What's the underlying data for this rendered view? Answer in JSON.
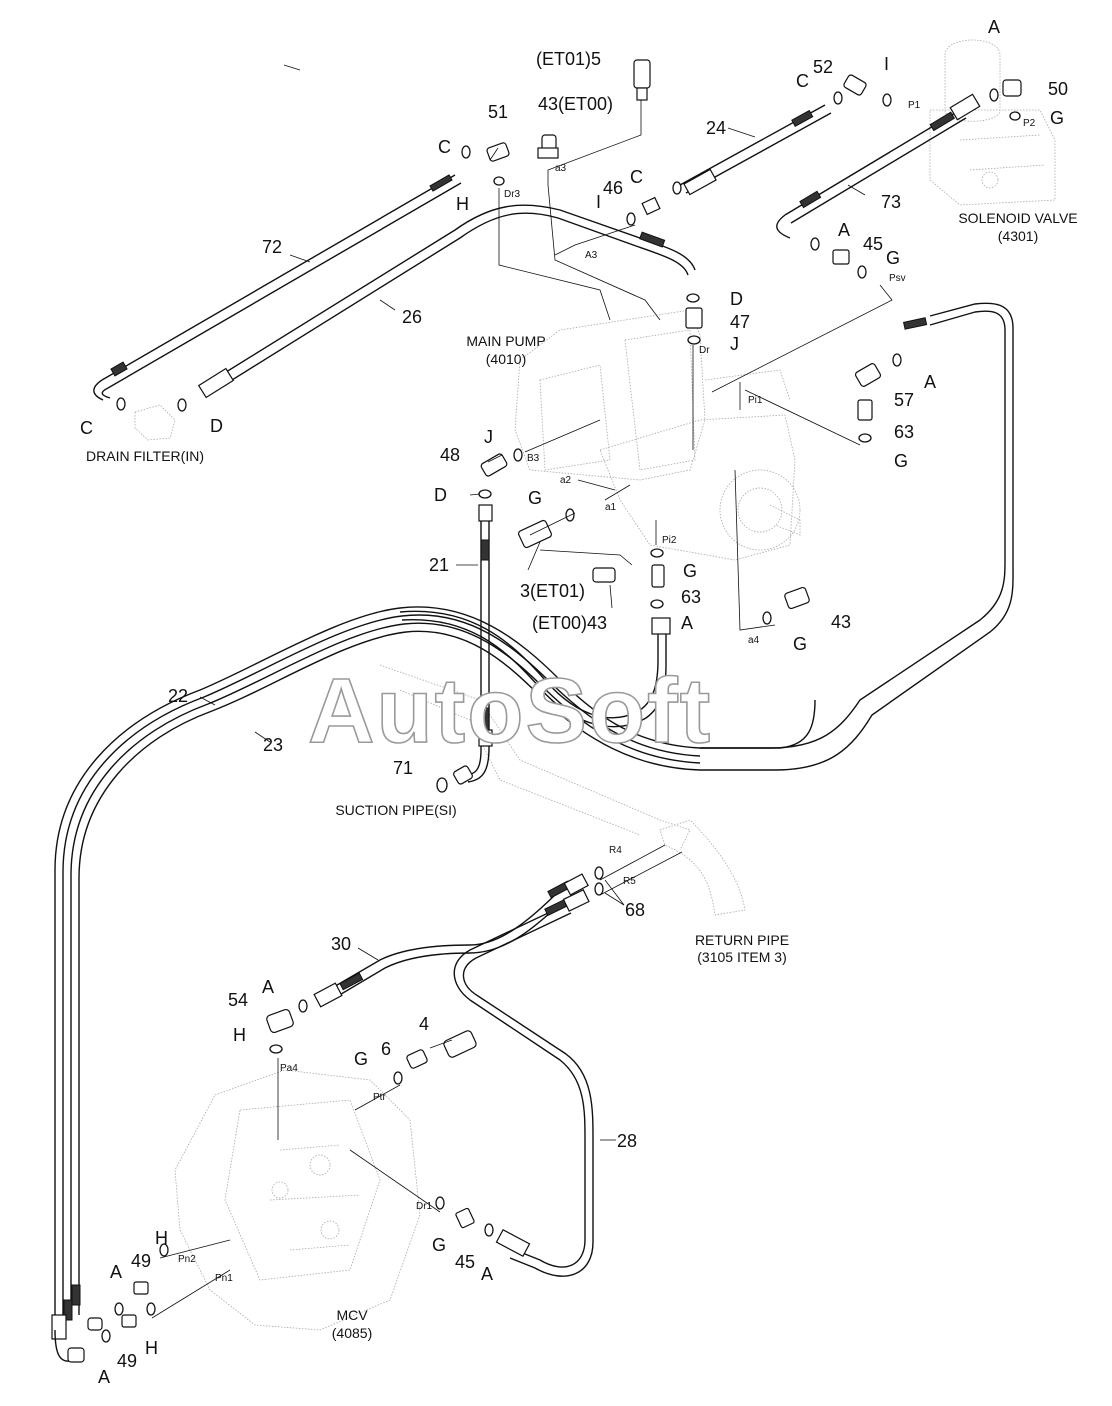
{
  "labels": {
    "et01_5": "(ET01)5",
    "l43_et00": "43(ET00)",
    "a3_small": "a3",
    "l51": "51",
    "lC_top": "C",
    "lH_dr3": "H",
    "dr3": "Dr3",
    "l72": "72",
    "l26": "26",
    "lC_drain": "C",
    "lD_drain": "D",
    "l24": "24",
    "l52": "52",
    "lC_52": "C",
    "lI_top": "I",
    "lA_top": "A",
    "l50": "50",
    "p1": "P1",
    "p2": "P2",
    "lG_p2": "G",
    "lC_46": "C",
    "l46": "46",
    "lI_46": "I",
    "l73": "73",
    "lA_45": "A",
    "l45_top": "45",
    "lG_45": "G",
    "psv": "Psv",
    "A3_mid": "A3",
    "lD_47": "D",
    "l47": "47",
    "lJ_47": "J",
    "dr": "Dr",
    "lA_57": "A",
    "l57": "57",
    "pi1": "Pi1",
    "l63_top": "63",
    "lG_63": "G",
    "lJ_48": "J",
    "b3": "B3",
    "l48": "48",
    "lD_48": "D",
    "a2": "a2",
    "a1": "a1",
    "lG_3": "G",
    "l21": "21",
    "pi2": "Pi2",
    "lG_pi2": "G",
    "l3_et01": "3(ET01)",
    "l63_mid": "63",
    "et00_43": "(ET00)43",
    "lA_63": "A",
    "l43_right": "43",
    "a4": "a4",
    "lG_43": "G",
    "l22": "22",
    "l23": "23",
    "l71": "71",
    "r4": "R4",
    "r5": "R5",
    "l68": "68",
    "l30": "30",
    "lA_54": "A",
    "l54": "54",
    "l4": "4",
    "lH_54": "H",
    "pa4": "Pa4",
    "lG_6": "G",
    "l6": "6",
    "ptr": "Ptr",
    "l28": "28",
    "dr1": "Dr1",
    "lG_dr1": "G",
    "l45_bot": "45",
    "lA_bot": "A",
    "lA_49": "A",
    "l49_top": "49",
    "lH_49": "H",
    "pn2": "Pn2",
    "pn1": "Pn1",
    "l49_bot": "49",
    "lH_bot": "H",
    "lA_bottom": "A"
  },
  "captions": {
    "solenoid_valve": "SOLENOID VALVE",
    "solenoid_code": "(4301)",
    "main_pump": "MAIN PUMP",
    "main_pump_code": "(4010)",
    "drain_filter": "DRAIN FILTER(IN)",
    "suction_pipe": "SUCTION PIPE(SI)",
    "return_pipe": "RETURN PIPE",
    "return_pipe_code": "(3105 ITEM 3)",
    "mcv": "MCV",
    "mcv_code": "(4085)"
  },
  "watermark": "AutoSoft",
  "colors": {
    "line": "#111111",
    "ghost": "#a8a8a8",
    "background": "#ffffff"
  }
}
